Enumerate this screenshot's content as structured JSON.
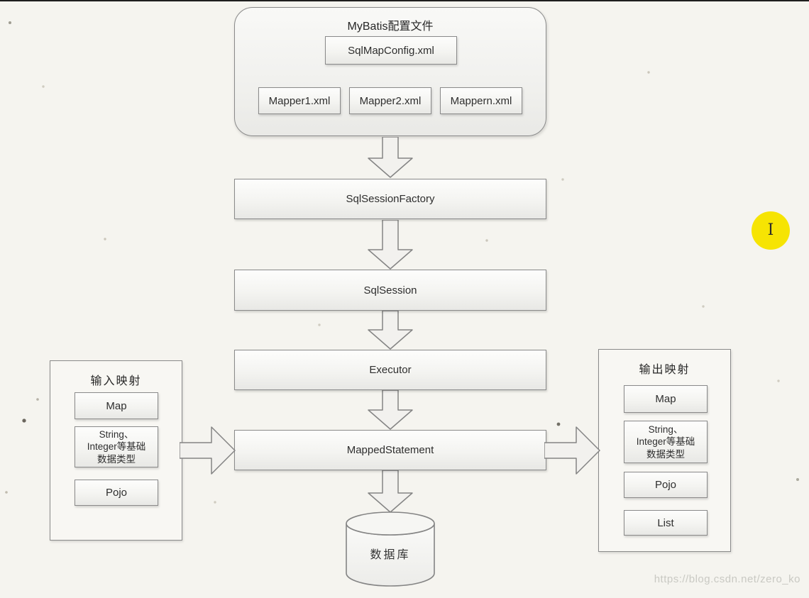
{
  "config_container": {
    "title": "MyBatis配置文件",
    "config_file": "SqlMapConfig.xml",
    "mappers": [
      "Mapper1.xml",
      "Mapper2.xml",
      "Mappern.xml"
    ]
  },
  "flow_nodes": [
    "SqlSessionFactory",
    "SqlSession",
    "Executor",
    "MappedStatement"
  ],
  "input_panel": {
    "title": "输入映射",
    "items": [
      "Map",
      "String、\nInteger等基础\n数据类型",
      "Pojo"
    ]
  },
  "output_panel": {
    "title": "输出映射",
    "items": [
      "Map",
      "String、\nInteger等基础\n数据类型",
      "Pojo",
      "List"
    ]
  },
  "database": {
    "label": "数据库"
  },
  "overlay": {
    "cursor_glyph": "I",
    "highlight_color": "#f6e403"
  },
  "watermark": "https://blog.csdn.net/zero_ko",
  "colors": {
    "background": "#f5f4ef",
    "box_border": "#8a8a8a",
    "text": "#2e2e2e",
    "highlight": "#f6e403",
    "watermark": "#c9c9c3"
  }
}
